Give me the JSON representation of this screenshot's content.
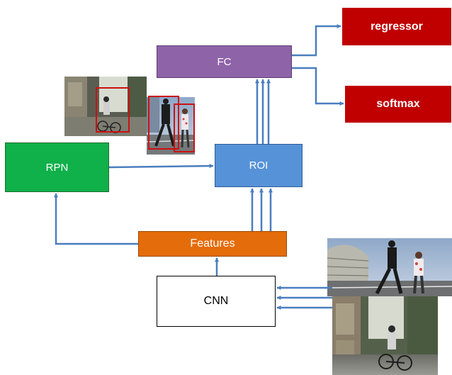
{
  "nodes": {
    "regressor": "regressor",
    "softmax": "softmax",
    "fc": "FC",
    "rpn": "RPN",
    "roi": "ROI",
    "features": "Features",
    "cnn": "CNN"
  },
  "colors": {
    "arrow": "#4a7ebf",
    "detection_box": "#cc1111",
    "output_box": "#c00000",
    "fc": "#8e63a8",
    "rpn": "#10b04a",
    "roi": "#5692d8",
    "features": "#e46c0a"
  },
  "images": {
    "detections_photo": "street-photo-with-detection-boxes",
    "input_photo_front": "street-photo-pedestrians",
    "input_photo_back": "street-photo-cyclist"
  }
}
